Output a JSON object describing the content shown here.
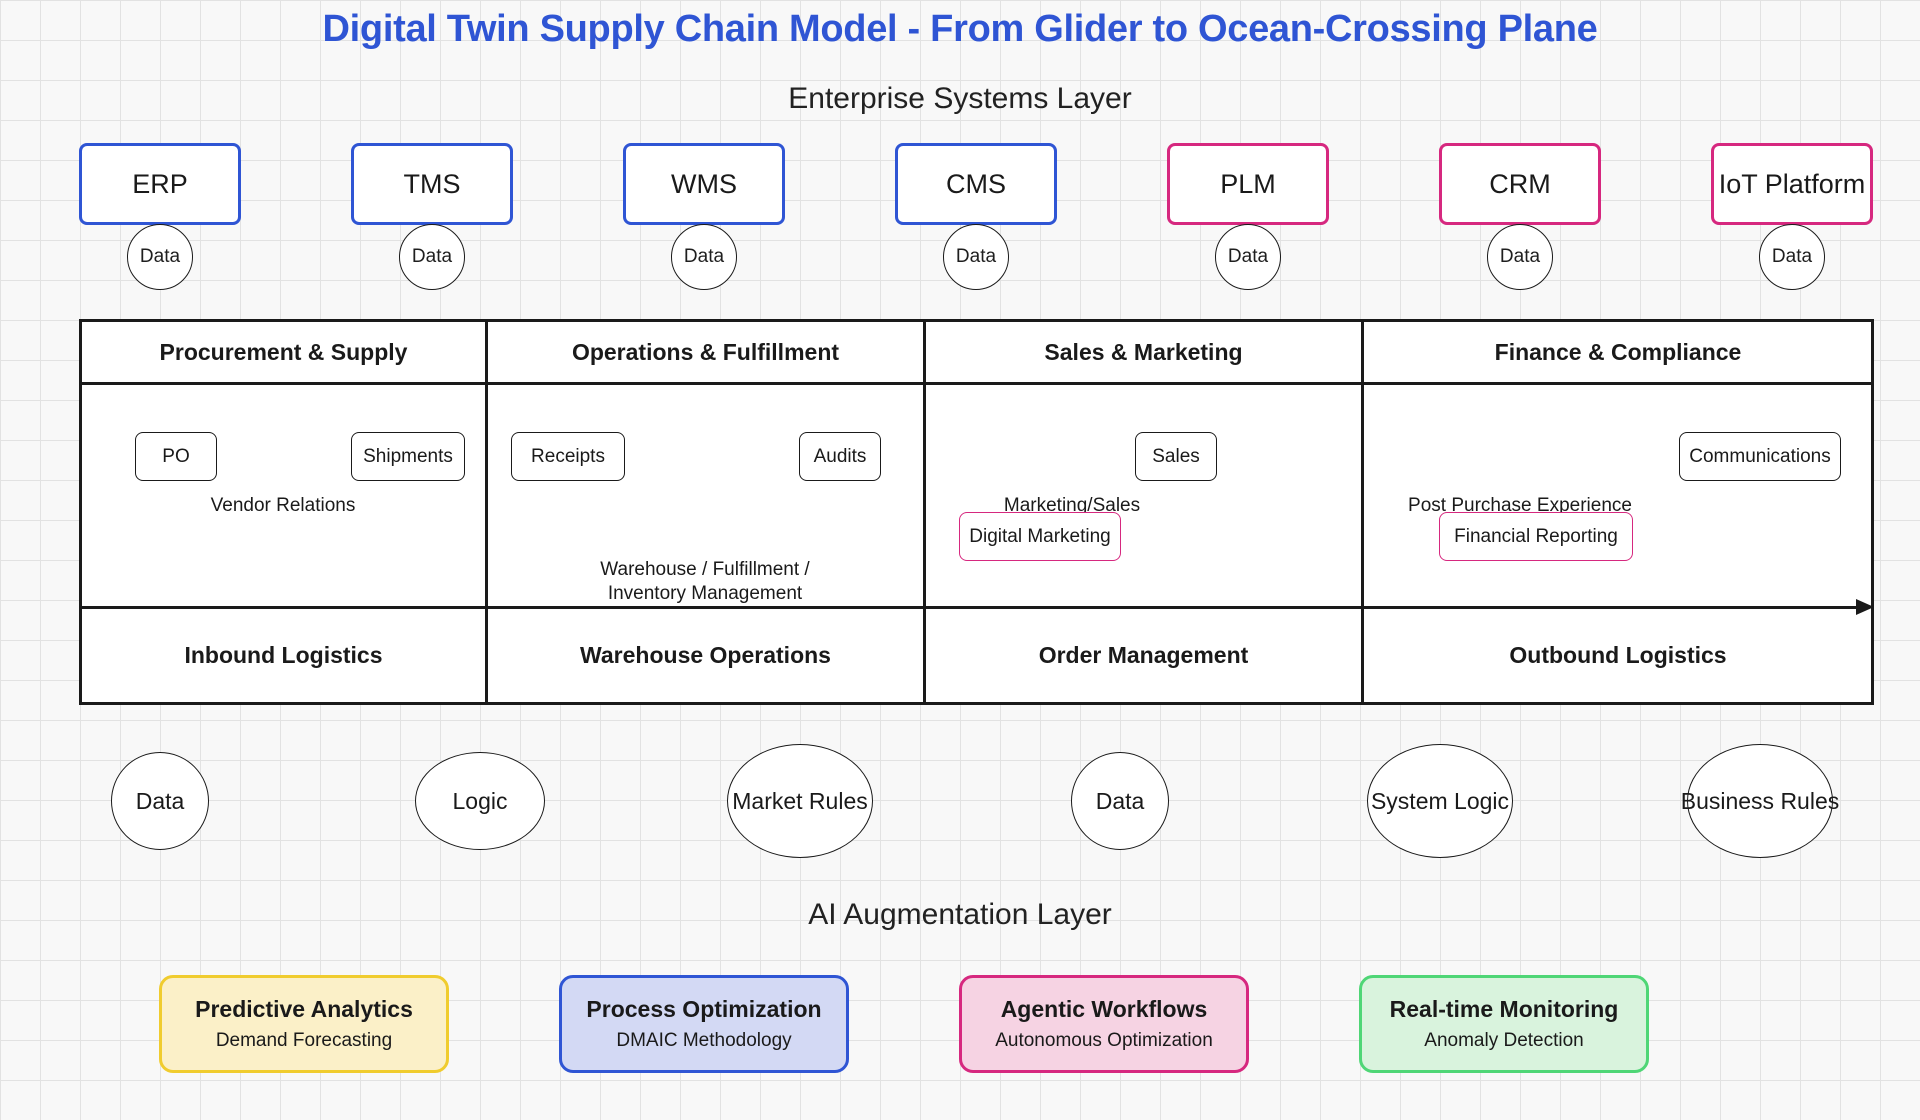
{
  "title": "Digital Twin Supply Chain Model - From Glider to Ocean-Crossing Plane",
  "enterprise_layer": {
    "label": "Enterprise Systems Layer",
    "systems": [
      {
        "name": "ERP",
        "data_label": "Data",
        "color": "#2f55d4"
      },
      {
        "name": "TMS",
        "data_label": "Data",
        "color": "#2f55d4"
      },
      {
        "name": "WMS",
        "data_label": "Data",
        "color": "#2f55d4"
      },
      {
        "name": "CMS",
        "data_label": "Data",
        "color": "#2f55d4"
      },
      {
        "name": "PLM",
        "data_label": "Data",
        "color": "#d6287f"
      },
      {
        "name": "CRM",
        "data_label": "Data",
        "color": "#d6287f"
      },
      {
        "name": "IoT Platform",
        "data_label": "Data",
        "color": "#d6287f"
      }
    ]
  },
  "matrix": {
    "columns": [
      {
        "header": "Procurement & Supply",
        "footer": "Inbound Logistics",
        "pills": [
          "PO",
          "Shipments"
        ],
        "text": "Vendor Relations"
      },
      {
        "header": "Operations & Fulfillment",
        "footer": "Warehouse Operations",
        "pills": [
          "Receipts",
          "Audits"
        ],
        "text_line1": "Warehouse / Fulfillment /",
        "text_line2": "Inventory Management"
      },
      {
        "header": "Sales & Marketing",
        "footer": "Order Management",
        "pills": [
          "Sales",
          "Digital Marketing"
        ],
        "text": "Marketing/Sales"
      },
      {
        "header": "Finance & Compliance",
        "footer": "Outbound Logistics",
        "pills": [
          "Communications",
          "Financial Reporting"
        ],
        "text": "Post Purchase Experience"
      }
    ]
  },
  "logic_nodes": [
    "Data",
    "Logic",
    "Market Rules",
    "Data",
    "System Logic",
    "Business Rules"
  ],
  "ai_layer": {
    "label": "AI Augmentation Layer",
    "cards": [
      {
        "title": "Predictive Analytics",
        "subtitle": "Demand Forecasting",
        "fill": "#fbf0c8",
        "border": "#f0cc2e"
      },
      {
        "title": "Process Optimization",
        "subtitle": "DMAIC Methodology",
        "fill": "#d3d9f4",
        "border": "#2f55d4"
      },
      {
        "title": "Agentic Workflows",
        "subtitle": "Autonomous Optimization",
        "fill": "#f6d3e3",
        "border": "#d6287f"
      },
      {
        "title": "Real-time Monitoring",
        "subtitle": "Anomaly Detection",
        "fill": "#d9f3dd",
        "border": "#4fd676"
      }
    ]
  }
}
